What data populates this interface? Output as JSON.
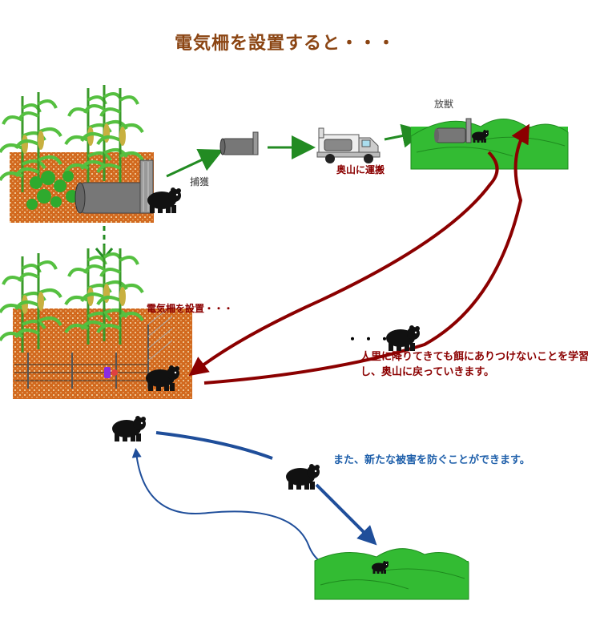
{
  "title": "電気柵を設置すると・・・",
  "labels": {
    "capture": "捕獲",
    "transport": "奥山に運搬",
    "release": "放獣",
    "fence_installed": "電気柵を設置・・・",
    "dots": "・・・",
    "learning_message": "人里に降りてきても餌にありつけないことを学習し、奥山に戻っていきます。",
    "prevention_message": "また、新たな被害を防ぐことができます。"
  },
  "colors": {
    "title": "#8b4513",
    "dark_red_text": "#8b0000",
    "blue_text": "#1e5faa",
    "green_arrow": "#228b22",
    "red_arrow": "#8b0000",
    "blue_arrow": "#1f4e9a",
    "soil": "#d2691e",
    "mountain": "#33bb33",
    "bear": "#111111"
  },
  "icons": [
    "corn-plant-icon",
    "trap-cage-icon",
    "bear-icon",
    "truck-icon",
    "mountain-icon",
    "electric-fence-icon"
  ]
}
